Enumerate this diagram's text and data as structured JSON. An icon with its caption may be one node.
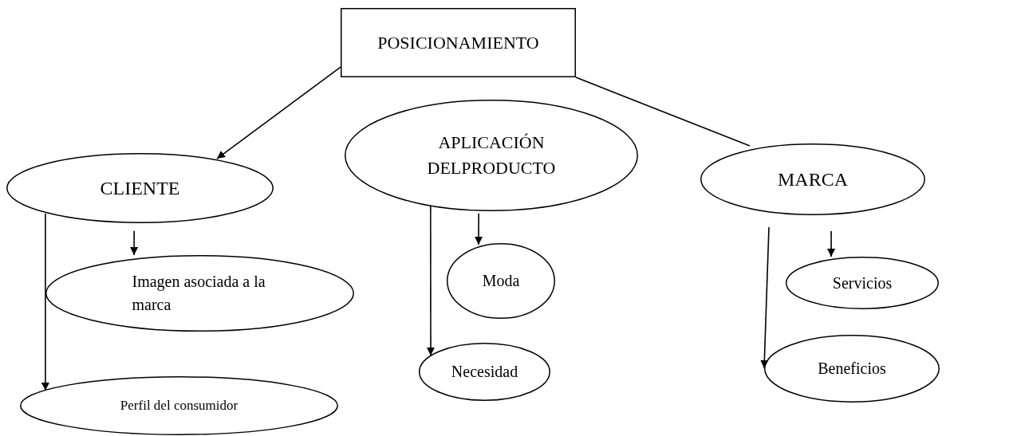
{
  "diagram": {
    "nodes": [
      {
        "text": [
          "POSICIONAMIENTO"
        ]
      },
      {
        "text": [
          "CLIENTE"
        ]
      },
      {
        "text": [
          "APLICACIÓN DELPRODUCTO"
        ]
      },
      {
        "text": [
          "MARCA"
        ]
      },
      {
        "text": [
          "Imagen asociada a la marca"
        ]
      },
      {
        "text": [
          "Perfil del consumidor"
        ]
      },
      {
        "text": [
          "Moda"
        ]
      },
      {
        "text": [
          "Necesidad"
        ]
      },
      {
        "text": [
          "Servicios"
        ]
      },
      {
        "text": [
          "Beneficios"
        ]
      }
    ],
    "edges": [
      {
        "from": 0,
        "to": 1,
        "arrow": "to"
      },
      {
        "from": 0,
        "to": 3,
        "arrow": "none"
      },
      {
        "from": 1,
        "to": 4,
        "arrow": "to"
      },
      {
        "from": 1,
        "to": 5,
        "arrow": "to"
      },
      {
        "from": 2,
        "to": 6,
        "arrow": "to"
      },
      {
        "from": 2,
        "to": 7,
        "arrow": "to"
      },
      {
        "from": 3,
        "to": 8,
        "arrow": "to"
      },
      {
        "from": 3,
        "to": 9,
        "arrow": "to"
      }
    ]
  }
}
